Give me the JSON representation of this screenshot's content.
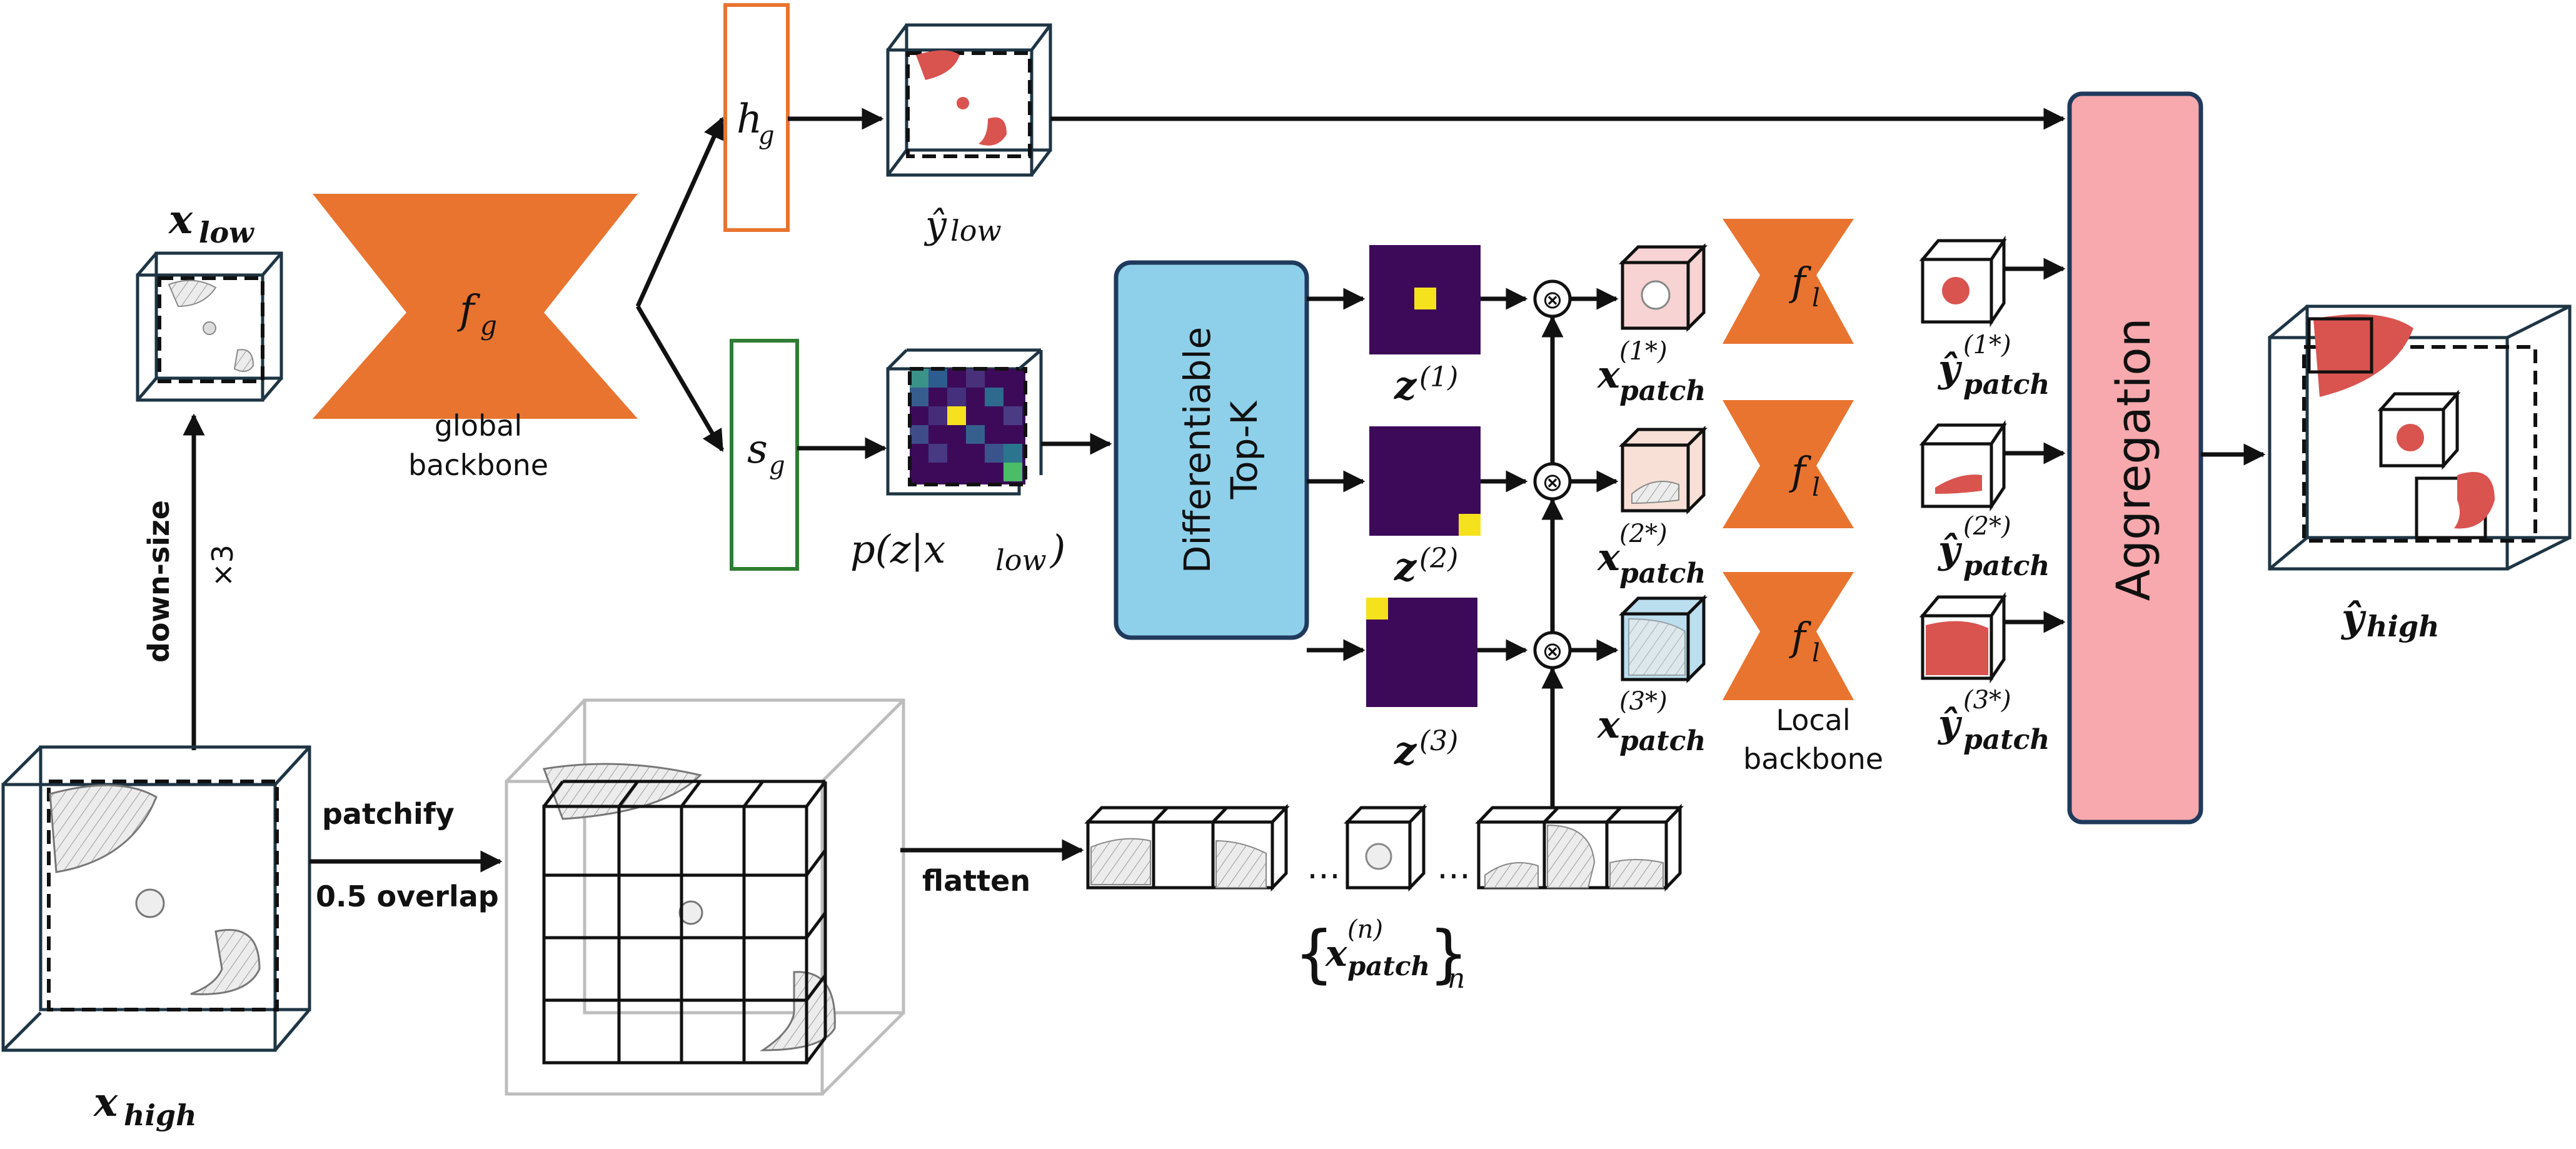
{
  "labels": {
    "x_low": "x",
    "x_low_sub": "low",
    "x_high": "x",
    "x_high_sub": "high",
    "f_g": "f",
    "f_g_sub": "g",
    "global_backbone_1": "global",
    "global_backbone_2": "backbone",
    "h_g": "h",
    "h_g_sub": "g",
    "s_g": "s",
    "s_g_sub": "g",
    "y_low": "ŷ",
    "y_low_sub": "low",
    "p_z": "p(z|x",
    "p_z_sub": "low",
    "p_z_close": ")",
    "topk_1": "Differentiable",
    "topk_2": "Top-K",
    "z_sym": "z",
    "z1_sup": "(1)",
    "z2_sup": "(2)",
    "z3_sup": "(3)",
    "otimes": "⊗",
    "xpatch_sym": "x",
    "patch_sub": "patch",
    "xp1_sup": "(1*)",
    "xp2_sup": "(2*)",
    "xp3_sup": "(3*)",
    "f_l": "f",
    "f_l_sub": "l",
    "local_backbone_1": "Local",
    "local_backbone_2": "backbone",
    "ypatch_sym": "ŷ",
    "yp1_sup": "(1*)",
    "yp2_sup": "(2*)",
    "yp3_sup": "(3*)",
    "aggregation": "Aggregation",
    "y_high": "ŷ",
    "y_high_sub": "high",
    "down_size": "down-size",
    "times3": "×3",
    "patchify": "patchify",
    "overlap": "0.5 overlap",
    "flatten": "flatten",
    "ellipsis": "…",
    "set_open": "{",
    "set_close": "}",
    "xn_sup": "(n)",
    "set_sub": "n"
  },
  "colors": {
    "backbone_orange": "#e87430",
    "hg_border": "#e87430",
    "sg_border": "#2e7d32",
    "topk_fill": "#8ed0ea",
    "topk_border": "#1f3a5c",
    "agg_fill": "#f7a9ae",
    "agg_border": "#1f3a5c",
    "heatmap_dark": "#3d0a5a",
    "heatmap_hot": "#f6e21c",
    "organ_red": "#d9534f"
  }
}
